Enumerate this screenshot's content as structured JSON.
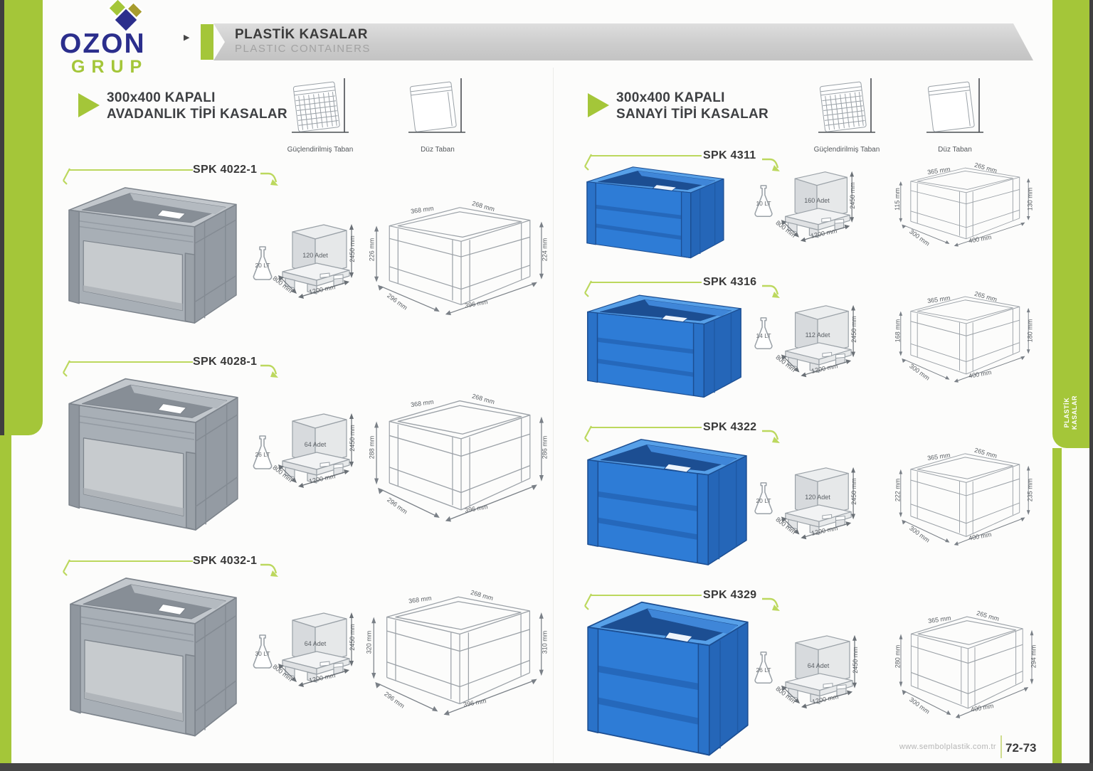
{
  "logo": {
    "name": "OZON",
    "subname": "GRUP"
  },
  "header": {
    "title": "PLASTİK KASALAR",
    "subtitle": "PLASTIC CONTAINERS"
  },
  "base_legend": {
    "reinforced": "Güçlendirilmiş Taban",
    "flat": "Düz Taban"
  },
  "sections": [
    {
      "title_line1": "300x400 KAPALI",
      "title_line2": "AVADANLIK TİPİ KASALAR",
      "products": [
        {
          "code": "SPK 4022-1",
          "volume": "20 LT",
          "pallet": {
            "qty": "120 Adet",
            "height": "2450 mm",
            "depth": "800 mm",
            "width": "1200 mm"
          },
          "dims": {
            "top_w": "368 mm",
            "top_d": "268 mm",
            "left_h": "226 mm",
            "right_h": "224 mm",
            "bottom_d": "296 mm",
            "bottom_w": "396 mm"
          }
        },
        {
          "code": "SPK 4028-1",
          "volume": "26 LT",
          "pallet": {
            "qty": "64 Adet",
            "height": "2450 mm",
            "depth": "800 mm",
            "width": "1200 mm"
          },
          "dims": {
            "top_w": "368 mm",
            "top_d": "268 mm",
            "left_h": "288 mm",
            "right_h": "286 mm",
            "bottom_d": "296 mm",
            "bottom_w": "396 mm"
          }
        },
        {
          "code": "SPK 4032-1",
          "volume": "30 LT",
          "pallet": {
            "qty": "64 Adet",
            "height": "2450 mm",
            "depth": "800 mm",
            "width": "1200 mm"
          },
          "dims": {
            "top_w": "368 mm",
            "top_d": "268 mm",
            "left_h": "320 mm",
            "right_h": "310 mm",
            "bottom_d": "296 mm",
            "bottom_w": "396 mm"
          }
        }
      ]
    },
    {
      "title_line1": "300x400 KAPALI",
      "title_line2": "SANAYİ TİPİ KASALAR",
      "products": [
        {
          "code": "SPK 4311",
          "volume": "10 LT",
          "pallet": {
            "qty": "160 Adet",
            "height": "2450 mm",
            "depth": "800 mm",
            "width": "1200 mm"
          },
          "dims": {
            "top_w": "365 mm",
            "top_d": "265 mm",
            "left_h": "115 mm",
            "right_h": "130 mm",
            "bottom_d": "300 mm",
            "bottom_w": "400 mm"
          }
        },
        {
          "code": "SPK 4316",
          "volume": "14 LT",
          "pallet": {
            "qty": "112 Adet",
            "height": "2450 mm",
            "depth": "800 mm",
            "width": "1200 mm"
          },
          "dims": {
            "top_w": "365 mm",
            "top_d": "265 mm",
            "left_h": "168 mm",
            "right_h": "180 mm",
            "bottom_d": "300 mm",
            "bottom_w": "400 mm"
          }
        },
        {
          "code": "SPK 4322",
          "volume": "20 LT",
          "pallet": {
            "qty": "120 Adet",
            "height": "2450 mm",
            "depth": "800 mm",
            "width": "1200 mm"
          },
          "dims": {
            "top_w": "365 mm",
            "top_d": "265 mm",
            "left_h": "222 mm",
            "right_h": "235 mm",
            "bottom_d": "300 mm",
            "bottom_w": "400 mm"
          }
        },
        {
          "code": "SPK 4329",
          "volume": "26 LT",
          "pallet": {
            "qty": "64 Adet",
            "height": "2450 mm",
            "depth": "800 mm",
            "width": "1200 mm"
          },
          "dims": {
            "top_w": "365 mm",
            "top_d": "265 mm",
            "left_h": "280 mm",
            "right_h": "294 mm",
            "bottom_d": "300 mm",
            "bottom_w": "400 mm"
          }
        }
      ]
    }
  ],
  "side_tab": {
    "line1": "PLASTİK",
    "line2": "KASALAR"
  },
  "footer": {
    "website": "www.sembolplastik.com.tr",
    "pages": "72-73"
  },
  "colors": {
    "accent_green": "#a4c639",
    "logo_navy": "#2b2e8c",
    "crate_blue": "#2e7cd6",
    "crate_gray": "#a8afb6"
  }
}
